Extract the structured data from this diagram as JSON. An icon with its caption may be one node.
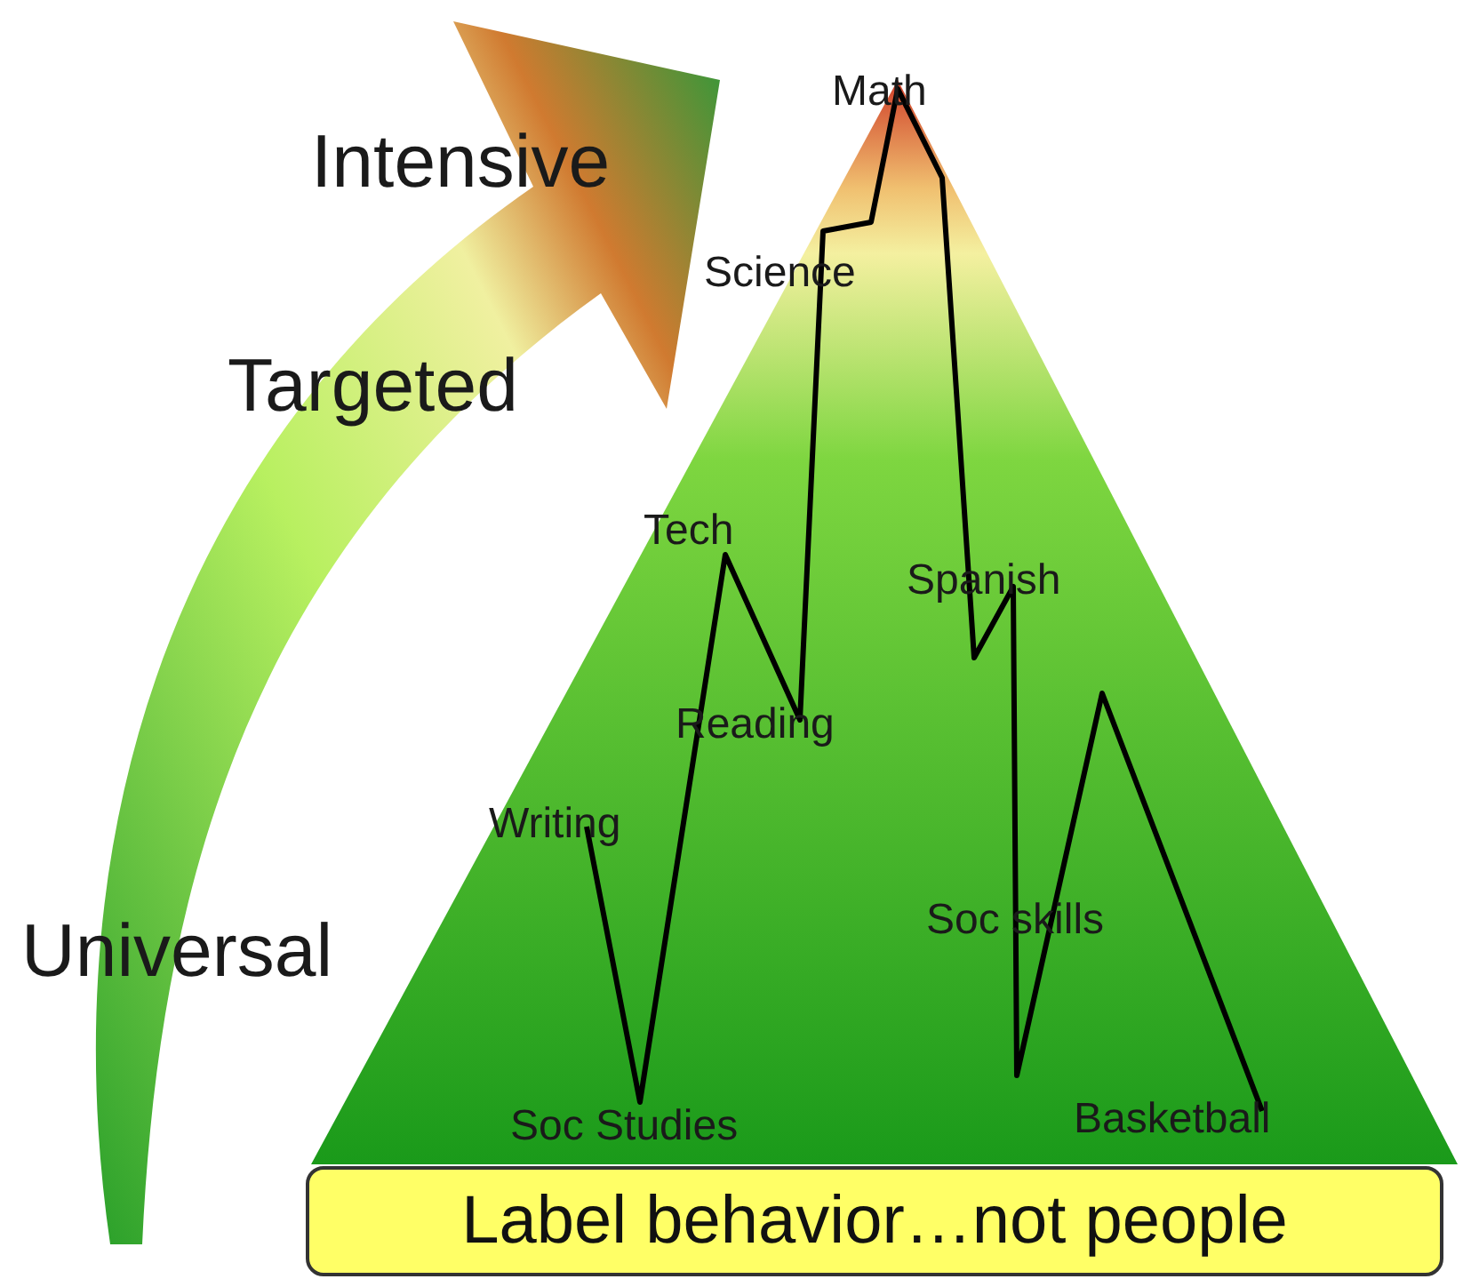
{
  "diagram": {
    "nodes": [
      {
        "text": [
          "Label behavior…not people"
        ]
      }
    ],
    "labels": [
      "Intensive",
      "Math",
      "Science",
      "Targeted",
      "Tech",
      "Spanish",
      "Reading",
      "Writing",
      "Soc skills",
      "Universal",
      "Soc Studies",
      "Basketball"
    ]
  }
}
